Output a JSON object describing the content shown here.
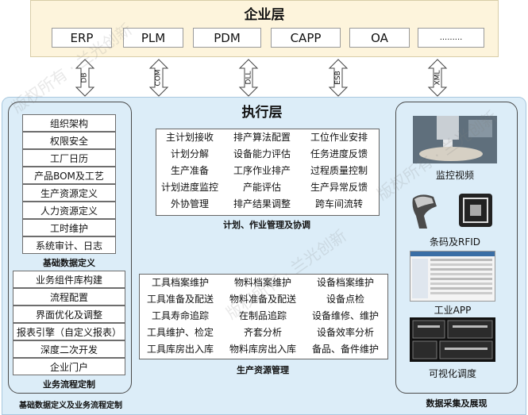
{
  "enterprise": {
    "title": "企业层",
    "systems": [
      "ERP",
      "PLM",
      "PDM",
      "CAPP",
      "OA",
      "........."
    ]
  },
  "connectors": [
    "DB",
    "COM",
    "DLL",
    "ESB",
    "XML"
  ],
  "execution": {
    "title": "执行层",
    "basic_data": {
      "items": [
        "组织架构",
        "权限安全",
        "工厂日历",
        "产品BOM及工艺",
        "生产资源定义",
        "人力资源定义",
        "工时维护",
        "系统审计、日志"
      ],
      "caption": "基础数据定义"
    },
    "workflow": {
      "items": [
        "业务组件库构建",
        "流程配置",
        "界面优化及调整",
        "报表引擎（自定义报表）",
        "深度二次开发",
        "企业门户"
      ],
      "caption": "业务流程定制"
    },
    "left_footer": "基础数据定义及业务流程定制",
    "planning": {
      "rows": [
        [
          "主计划接收",
          "排产算法配置",
          "工位作业安排"
        ],
        [
          "计划分解",
          "设备能力评估",
          "任务进度反馈"
        ],
        [
          "生产准备",
          "工序作业排产",
          "过程质量控制"
        ],
        [
          "计划进度监控",
          "产能评估",
          "生产异常反馈"
        ],
        [
          "外协管理",
          "排产结果调整",
          "跨车间流转"
        ]
      ],
      "caption": "计划、作业管理及协调"
    },
    "resources": {
      "rows": [
        [
          "工具档案维护",
          "物料档案维护",
          "设备档案维护"
        ],
        [
          "工具准备及配送",
          "物料准备及配送",
          "设备点检"
        ],
        [
          "工具寿命追踪",
          "在制品追踪",
          "设备维修、维护"
        ],
        [
          "工具维护、检定",
          "齐套分析",
          "设备效率分析"
        ],
        [
          "工具库房出入库",
          "物料库房出入库",
          "备品、备件维护"
        ]
      ],
      "caption": "生产资源管理"
    },
    "data_collection": {
      "items": [
        "监控视频",
        "条码及RFID",
        "工业APP",
        "可视化调度"
      ],
      "caption": "数据采集及展现"
    }
  },
  "watermark": [
    "版权所有 · 兰光创新",
    "版权所有 · 兰光创新",
    "版权所有 · 兰光创新"
  ],
  "colors": {
    "enterprise_bg": "#fdf4dc",
    "execution_bg": "#dcedf8"
  }
}
